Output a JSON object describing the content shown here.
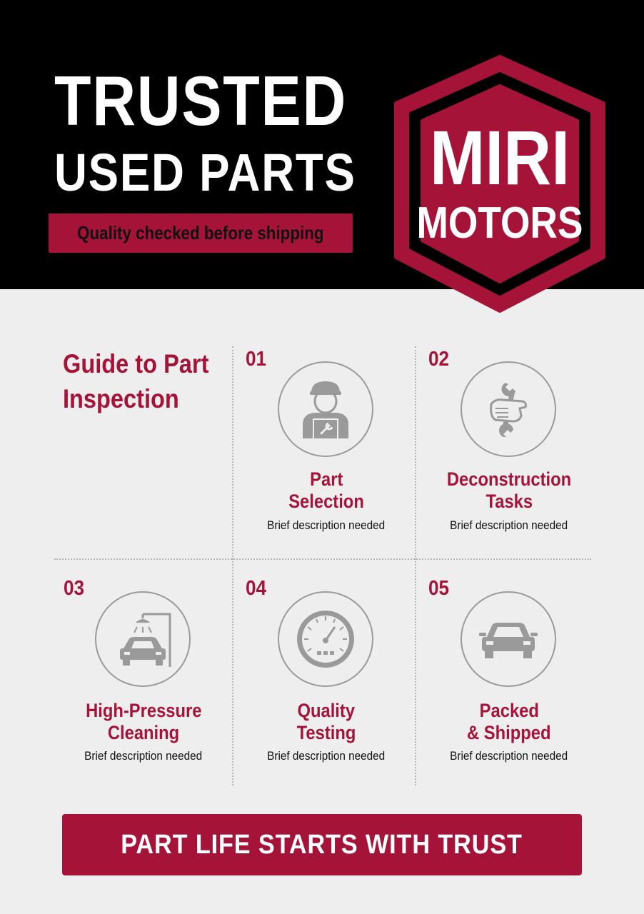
{
  "header": {
    "title_line1": "TRUSTED",
    "title_line2": "USED PARTS",
    "tagline": "Quality checked before shipping"
  },
  "logo": {
    "line1": "MIRI",
    "line2": "MOTORS"
  },
  "guide": {
    "title_line1": "Guide to Part",
    "title_line2": "Inspection"
  },
  "steps": [
    {
      "number": "01",
      "title_line1": "Part",
      "title_line2": "Selection",
      "description": "Brief description needed",
      "icon": "mechanic-icon"
    },
    {
      "number": "02",
      "title_line1": "Deconstruction",
      "title_line2": "Tasks",
      "description": "Brief description needed",
      "icon": "hand-wrench-icon"
    },
    {
      "number": "03",
      "title_line1": "High-Pressure",
      "title_line2": "Cleaning",
      "description": "Brief description needed",
      "icon": "car-wash-icon"
    },
    {
      "number": "04",
      "title_line1": "Quality",
      "title_line2": "Testing",
      "description": "Brief description needed",
      "icon": "gauge-icon"
    },
    {
      "number": "05",
      "title_line1": "Packed",
      "title_line2": "& Shipped",
      "description": "Brief description needed",
      "icon": "car-icon"
    }
  ],
  "footer": {
    "banner": "PART LIFE STARTS WITH TRUST"
  },
  "colors": {
    "brand": "#a51339",
    "header_bg": "#000000",
    "page_bg": "#efeeef",
    "icon_gray": "#9a9a9a"
  }
}
